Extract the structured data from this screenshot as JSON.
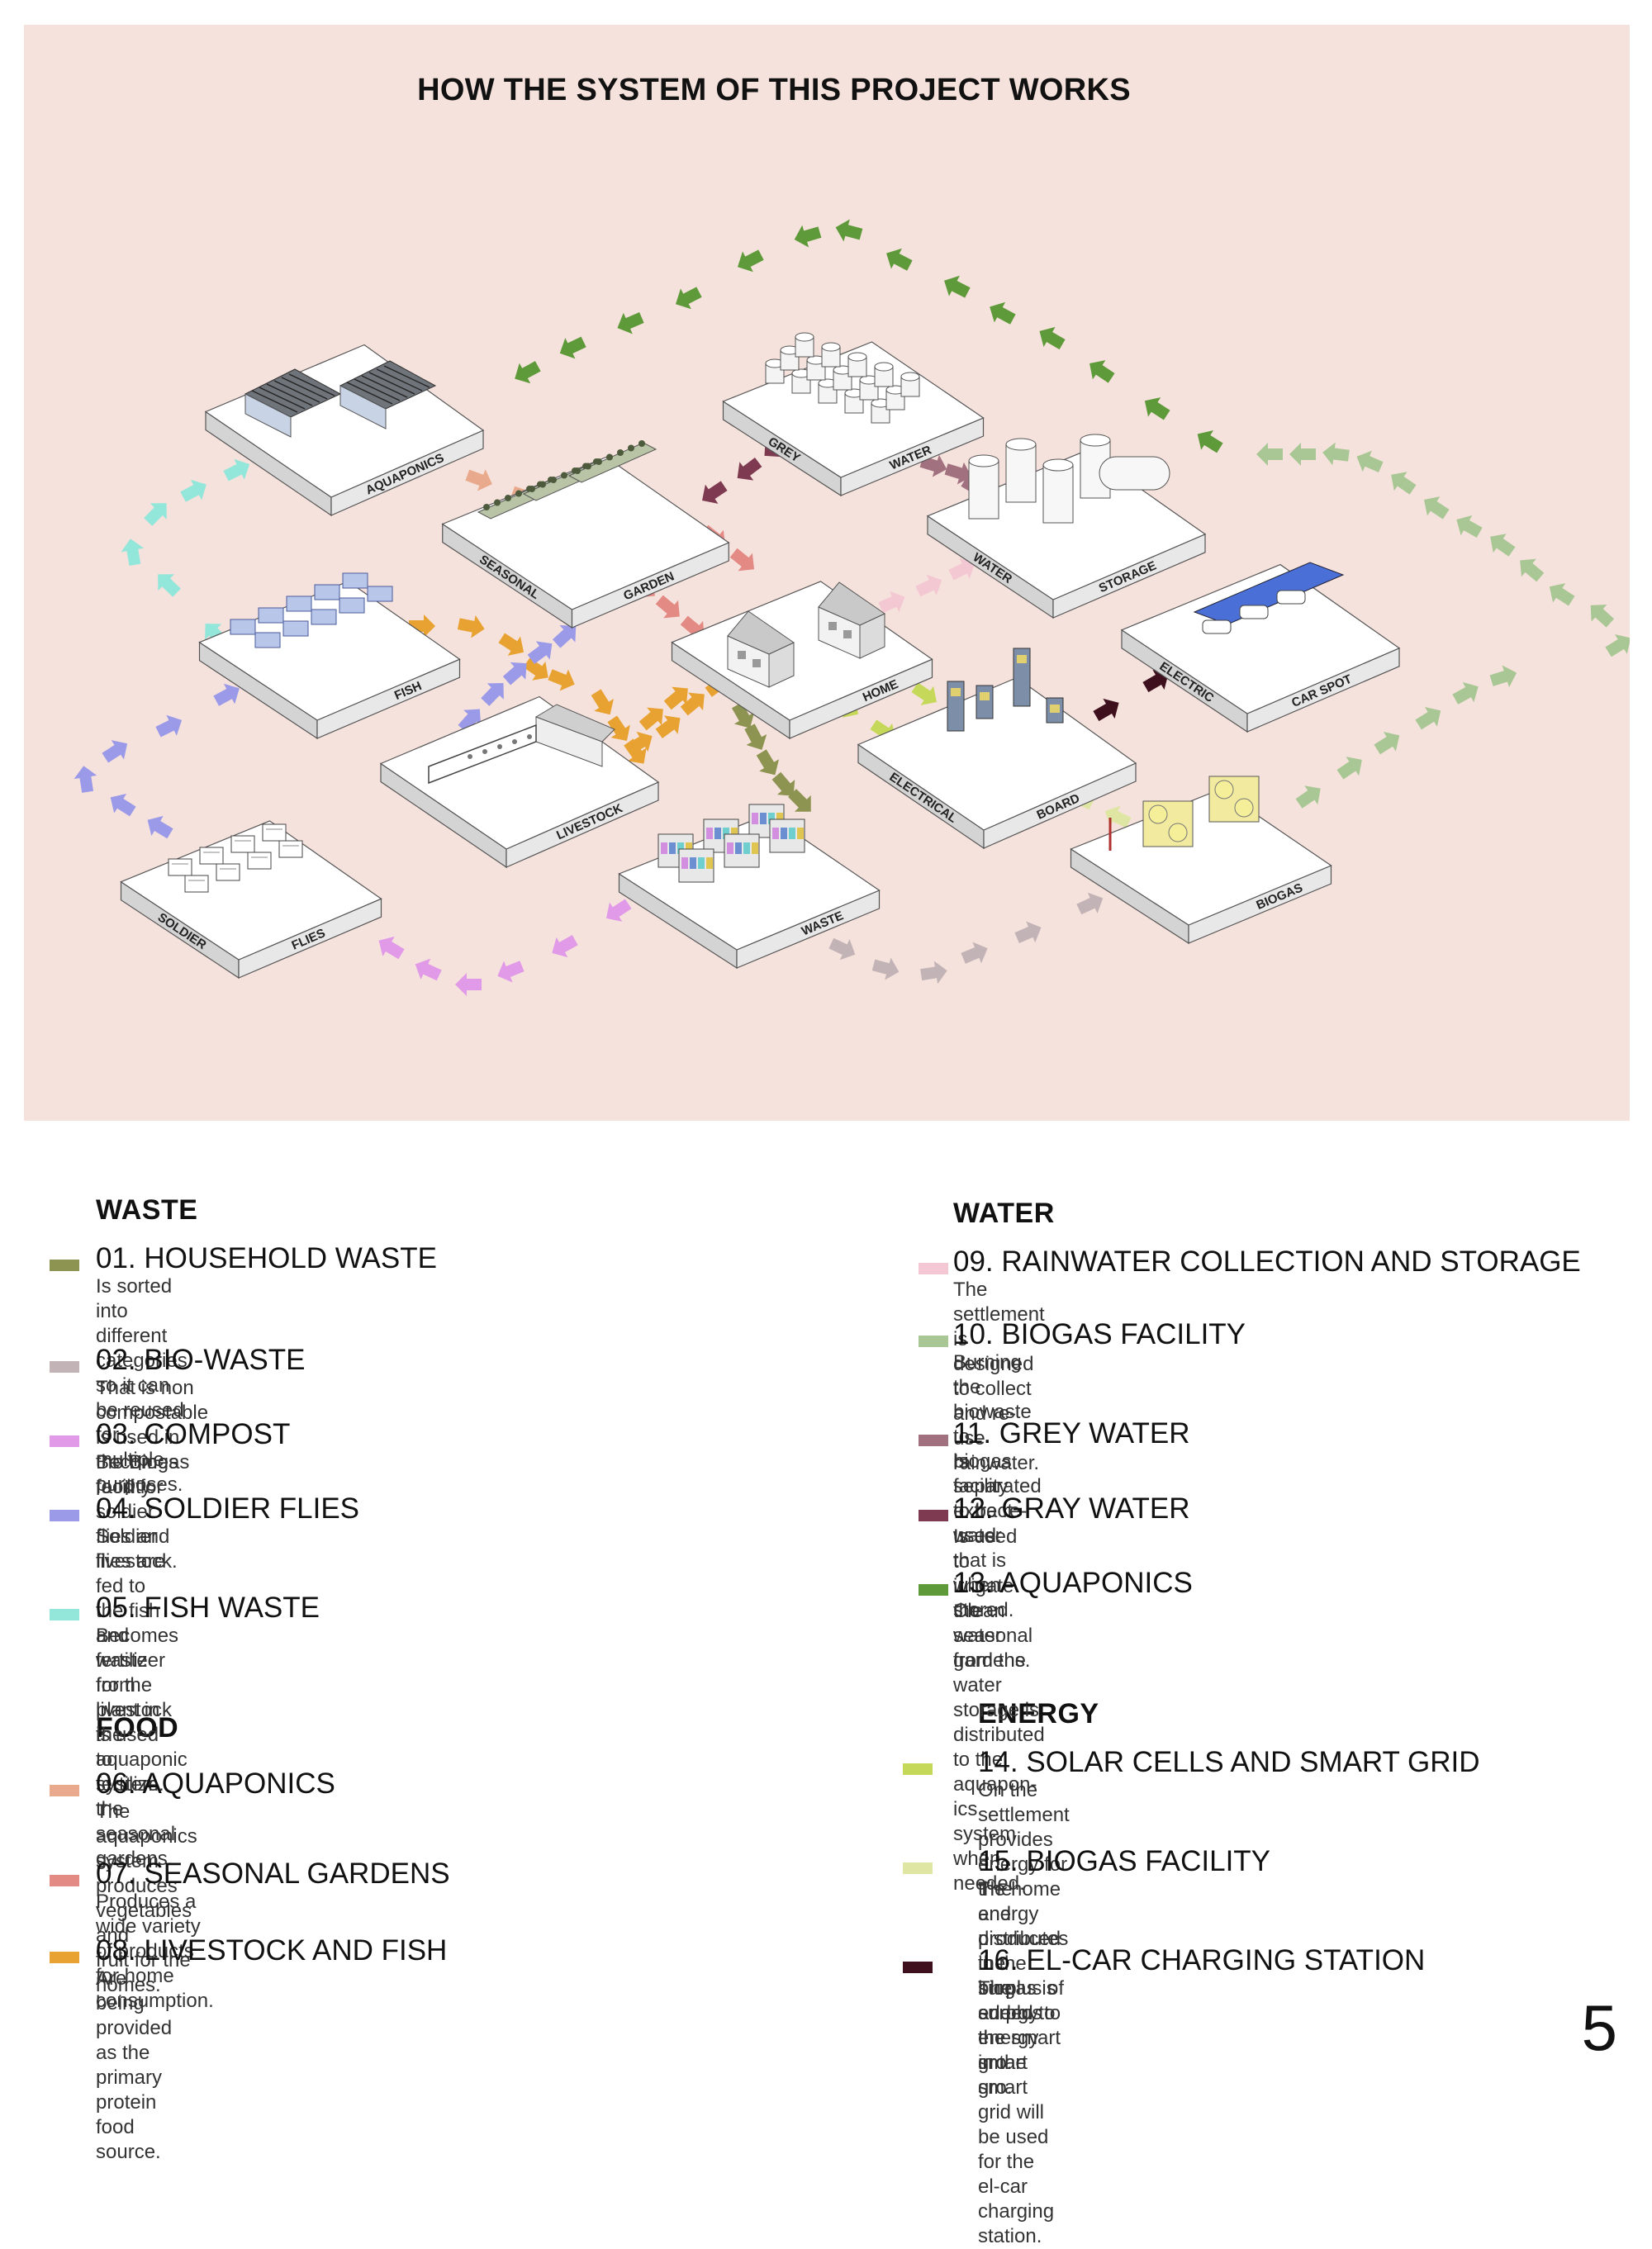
{
  "title": "HOW THE SYSTEM OF THIS PROJECT WORKS",
  "colors": {
    "panel_bg": "#f6e2dc",
    "pad_top": "#ffffff",
    "pad_side": "#dedede",
    "household_waste": "#8d9350",
    "bio_waste": "#c2b4b6",
    "compost": "#e09ae8",
    "soldier_flies": "#9b9ae8",
    "fish_waste": "#93e6da",
    "aquaponics_food": "#e9a98c",
    "seasonal_gardens": "#e48a85",
    "livestock_fish": "#e8a232",
    "rainwater": "#f3c8d2",
    "biogas_water": "#a9c795",
    "grey_water": "#a27180",
    "gray_water": "#7d3a50",
    "aquaponics_water": "#5e9a3a",
    "solar_grid": "#c5d85a",
    "biogas_energy": "#dfe6a3",
    "el_car": "#3e0f1c"
  },
  "pads": [
    {
      "id": "aquaponics",
      "labels": [
        "AQUAPONICS"
      ],
      "icon": "greenhouse-icon"
    },
    {
      "id": "grey-water",
      "labels": [
        "GREY",
        "WATER"
      ],
      "icon": "water-tank-icon"
    },
    {
      "id": "seasonal-garden",
      "labels": [
        "SEASONAL",
        "GARDEN"
      ],
      "icon": "crops-icon"
    },
    {
      "id": "water-storage",
      "labels": [
        "WATER",
        "STORAGE"
      ],
      "icon": "storage-tank-icon"
    },
    {
      "id": "home",
      "labels": [
        "HOME"
      ],
      "icon": "house-icon"
    },
    {
      "id": "fish",
      "labels": [
        "FISH"
      ],
      "icon": "fish-tank-icon"
    },
    {
      "id": "electric-car-spot",
      "labels": [
        "ELECTRIC",
        "CAR SPOT"
      ],
      "icon": "solar-carport-icon"
    },
    {
      "id": "livestock",
      "labels": [
        "LIVESTOCK"
      ],
      "icon": "barn-icon"
    },
    {
      "id": "electrical-board",
      "labels": [
        "ELECTRICAL",
        "BOARD"
      ],
      "icon": "electrical-cabinet-icon"
    },
    {
      "id": "soldier-flies",
      "labels": [
        "SOLDIER",
        "FLIES"
      ],
      "icon": "fly-cage-icon"
    },
    {
      "id": "waste",
      "labels": [
        "WASTE"
      ],
      "icon": "waste-bin-icon"
    },
    {
      "id": "biogas",
      "labels": [
        "BIOGAS"
      ],
      "icon": "biogas-tank-icon"
    }
  ],
  "legend": {
    "waste": {
      "heading": "WASTE",
      "items": [
        {
          "title": "01. HOUSEHOLD WASTE",
          "desc": [
            "Is sorted into different categories so it can be reused for",
            "multiple purposes."
          ]
        },
        {
          "title": "02. BIO-WASTE",
          "desc": [
            "That is non compostable is used in the Biogas facility."
          ]
        },
        {
          "title": "03. COMPOST",
          "desc": [
            "Becomes food for soldier flies and livestock."
          ]
        },
        {
          "title": "04. SOLDIER FLIES",
          "desc": [
            "Soldier flies are fed to the fish and waste from livestock",
            "is used to fertilize the seasonal gardens."
          ]
        },
        {
          "title": "05. FISH WASTE",
          "desc": [
            "Becomes fertilizer for the plant in the aquaponic",
            "system."
          ]
        }
      ]
    },
    "food": {
      "heading": "FOOD",
      "items": [
        {
          "title": "06. AQUAPONICS",
          "desc": [
            "The aquaponics system produces vegetables and",
            "fruit for the homes."
          ]
        },
        {
          "title": "07. SEASONAL GARDENS",
          "desc": [
            "Produces a wide variety of products for home consumption."
          ]
        },
        {
          "title": "08. LIVESTOCK AND FISH",
          "desc": [
            "Are being provided as the primary protein food",
            "source."
          ]
        }
      ]
    },
    "water": {
      "heading": "WATER",
      "items": [
        {
          "title": "09. RAINWATER COLLECTION AND STORAGE",
          "desc": [
            "The settlement is designed to collect and re-use rainwater."
          ]
        },
        {
          "title": "10. BIOGAS FACILITY",
          "desc": [
            "Burning the biowaste to biogas facility extract water that is when",
            "stored."
          ]
        },
        {
          "title": "11. GREY WATER",
          "desc": [
            "Is separated to be re-used."
          ]
        },
        {
          "title": "12. GRAY WATER",
          "desc": [
            "Is used to irrigate the seasonal gardens."
          ]
        },
        {
          "title": "13. AQUAPONICS",
          "desc": [
            "Clean water from the water storage is distributed to the aquapon-",
            "ics system when needed."
          ]
        }
      ]
    },
    "energy": {
      "heading": "ENERGY",
      "items": [
        {
          "title": "14. SOLAR CELLS AND SMART GRID",
          "desc": [
            "On the settlement provides energy for the home and",
            "distributes the surplus of energy to the smart gro."
          ]
        },
        {
          "title": "15. BIOGAS FACILITY",
          "desc": [
            "The energy produced in the biogas is added to the",
            "smart gro."
          ]
        },
        {
          "title": "16. EL-CAR CHARGING STATION",
          "desc": [
            "The surplus energy in the smart grid will be used for the",
            "el-car charging station."
          ]
        }
      ]
    }
  },
  "page_number": "5"
}
